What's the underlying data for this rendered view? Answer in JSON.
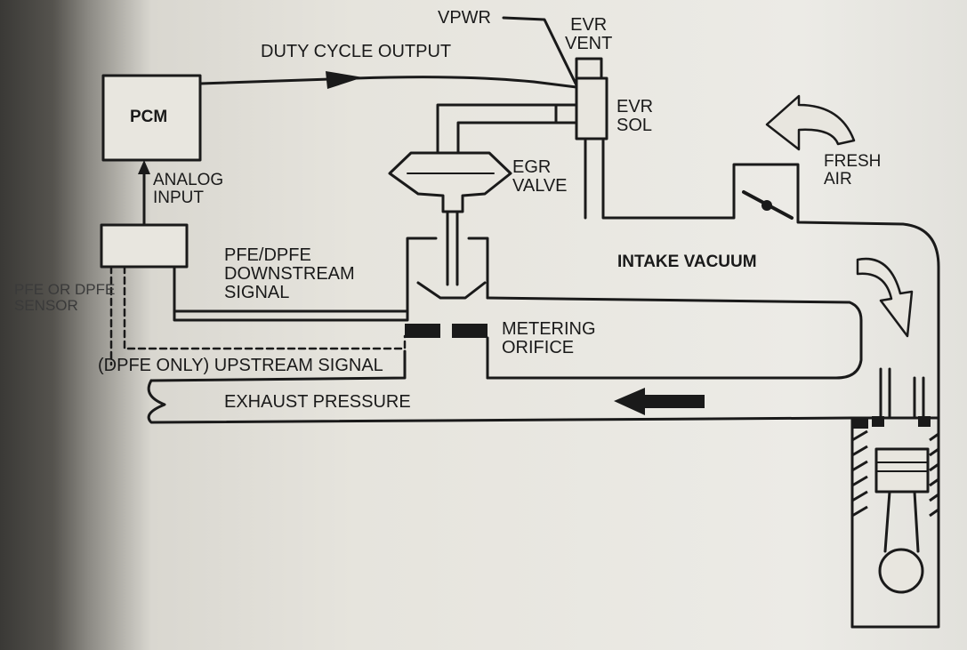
{
  "labels": {
    "vpwr": "VPWR",
    "evr_vent": "EVR\nVENT",
    "duty_cycle_output": "DUTY CYCLE OUTPUT",
    "pcm": "PCM",
    "evr_sol": "EVR\nSOL",
    "analog_input": "ANALOG\nINPUT",
    "egr_valve": "EGR\nVALVE",
    "fresh_air": "FRESH\nAIR",
    "intake_vacuum": "INTAKE VACUUM",
    "pfe_dpfe_downstream_signal": "PFE/DPFE\nDOWNSTREAM\nSIGNAL",
    "pfe_or_dpfe_sensor": "PFE OR DPFE\nSENSOR",
    "metering_orifice": "METERING\nORIFICE",
    "dpfe_only_upstream_signal": "(DPFE ONLY) UPSTREAM SIGNAL",
    "exhaust_pressure": "EXHAUST PRESSURE"
  },
  "colors": {
    "ink": "#1a1a1a",
    "paper": "#e6e4dd"
  }
}
